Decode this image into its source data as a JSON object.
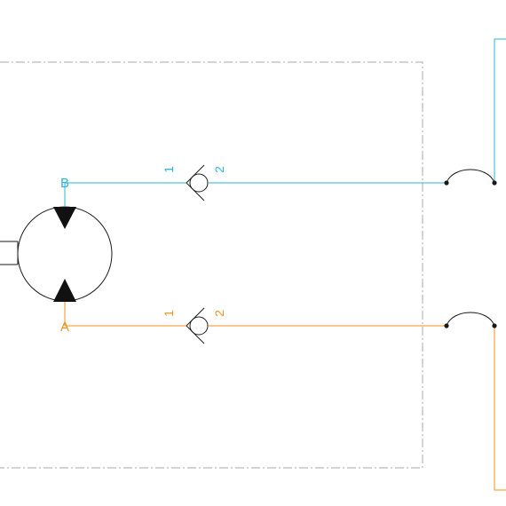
{
  "colors": {
    "line_b": "#29b6d8",
    "line_a": "#f0921e",
    "outline": "#1a1a1a",
    "boundary": "#a8a8a8"
  },
  "ports": {
    "b": "B",
    "a": "A"
  },
  "check_valve_b": {
    "pin_1": "1",
    "pin_2": "2"
  },
  "check_valve_a": {
    "pin_1": "1",
    "pin_2": "2"
  }
}
